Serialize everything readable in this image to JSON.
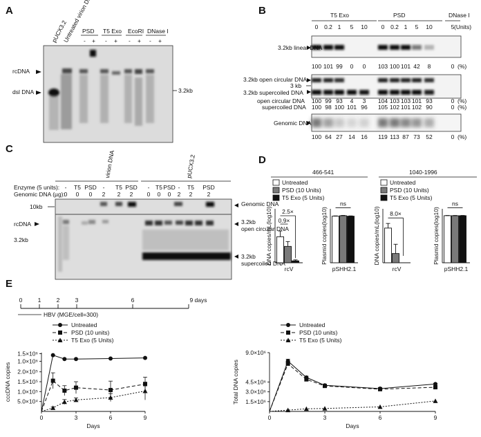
{
  "figure": {
    "panel_letters": [
      "A",
      "B",
      "C",
      "D",
      "E"
    ],
    "panelA": {
      "lanes": [
        "pUCX3.2",
        "Untreated virion DNA",
        "PSD",
        "T5 Exo",
        "EcoRI",
        "DNase I"
      ],
      "treat_marks": [
        "-",
        "+",
        "-",
        "+",
        "-",
        "+",
        "-",
        "+"
      ],
      "left_labels": [
        "rcDNA",
        "dsl DNA"
      ],
      "right_label": "3.2kb"
    },
    "panelB": {
      "enzymes": [
        "T5 Exo",
        "PSD",
        "DNase I"
      ],
      "unit_values": [
        "0",
        "0.2",
        "1",
        "5",
        "10",
        "0",
        "0.2",
        "1",
        "5",
        "10",
        "5"
      ],
      "unit_label": "(Units)",
      "gel1_label": "3.2kb linear DNA",
      "gel1_values": [
        "100",
        "101",
        "99",
        "0",
        "0",
        "103",
        "100",
        "101",
        "42",
        "8",
        "0"
      ],
      "gel2_labels": [
        "3.2kb open circular DNA",
        "3 kb",
        "3.2kb supercoiled DNA"
      ],
      "oc_label": "open circular DNA",
      "oc_values": [
        "100",
        "99",
        "93",
        "4",
        "3",
        "104",
        "103",
        "103",
        "101",
        "93",
        "0"
      ],
      "sc_label": "supercoiled DNA",
      "sc_values": [
        "100",
        "98",
        "100",
        "101",
        "96",
        "105",
        "102",
        "101",
        "102",
        "90",
        "0"
      ],
      "gel3_label": "Genomic DNA",
      "gel3_values": [
        "100",
        "64",
        "27",
        "14",
        "16",
        "119",
        "113",
        "87",
        "73",
        "52",
        "0"
      ],
      "pct": "(%)"
    },
    "panelC": {
      "groups": [
        "virion DNA",
        "pUCX3.2"
      ],
      "enzyme_label": "Enzyme (5 units):",
      "enzyme_row": [
        "-",
        "T5",
        "PSD",
        "-",
        "T5",
        "PSD",
        "-",
        "T5",
        "PSD",
        "-",
        "T5",
        "PSD"
      ],
      "genomic_label": "Genomic DNA (µg):",
      "genomic_row": [
        "0",
        "0",
        "0",
        "2",
        "2",
        "2",
        "0",
        "0",
        "0",
        "2",
        "2",
        "2"
      ],
      "left_labels": [
        "10kb",
        "rcDNA",
        "3.2kb"
      ],
      "right_labels": [
        "Genomic DNA",
        "3.2kb",
        "open circular DNA",
        "3.2kb",
        "supercoiled DNA"
      ]
    },
    "panelE": {
      "timeline_ticks": [
        "0",
        "1",
        "2",
        "3",
        "6",
        "9 days"
      ],
      "hbv_label": "HBV (MGE/cell=300)"
    }
  },
  "chart_data": [
    {
      "id": "D1",
      "type": "bar",
      "title": "466-541",
      "categories": [
        "Untreated",
        "PSD (10 Units)",
        "T5 Exo (5 Units)"
      ],
      "legend": [
        "Untreated",
        "PSD (10 Units)",
        "T5 Exo (5 Units)"
      ],
      "colors": [
        "#ffffff",
        "#7a7a7a",
        "#111111"
      ],
      "left": {
        "ylabel": "DNA copies/mL(log10)",
        "xlabel": "rcV",
        "values": [
          11.3,
          10.3,
          8.8
        ],
        "errors": [
          0.6,
          0.5,
          0.1
        ],
        "ylim": [
          8.6,
          14.2
        ],
        "annotations": [
          "0.9×",
          "2.5×"
        ]
      },
      "right": {
        "ylabel": "Plasmid copies(log10)",
        "xlabel": "pSHH2.1",
        "values": [
          9.5,
          9.6,
          9.5
        ],
        "errors": [
          0.06,
          0.06,
          0.06
        ],
        "ylim": [
          0,
          11
        ],
        "annotations": [
          "ns"
        ]
      }
    },
    {
      "id": "D2",
      "type": "bar",
      "title": "1040-1996",
      "categories": [
        "Untreated",
        "PSD (10 Units)",
        "T5 Exo (5 Units)"
      ],
      "legend": [
        "Untreated",
        "PSD (10 Units)",
        "T5 Exo (5 Units)"
      ],
      "colors": [
        "#ffffff",
        "#7a7a7a",
        "#111111"
      ],
      "left": {
        "ylabel": "DNA copies/mL(log10)",
        "xlabel": "rcV",
        "values": [
          8.0,
          4.7,
          0
        ],
        "errors": [
          0.6,
          1.2,
          0
        ],
        "ylim": [
          3.5,
          10.5
        ],
        "annotations": [
          "8.0×"
        ]
      },
      "right": {
        "ylabel": "Plasmid copies(log10)",
        "xlabel": "pSHH2.1",
        "values": [
          9.6,
          9.6,
          9.6
        ],
        "errors": [
          0.05,
          0.05,
          0.05
        ],
        "ylim": [
          0,
          11
        ],
        "annotations": [
          "ns"
        ]
      }
    },
    {
      "id": "E1",
      "type": "line",
      "ylabel": "cccDNA copies",
      "xlabel": "Days",
      "x": [
        0,
        1,
        2,
        3,
        6,
        9
      ],
      "xticks": [
        "0",
        "3",
        "6",
        "9"
      ],
      "yticks": [
        "5.0×10⁴",
        "1.0×10⁵",
        "1.5×10⁵",
        "2.0×10⁵",
        "1.0×10⁶",
        "1.5×10⁶"
      ],
      "series": [
        {
          "name": "Untreated",
          "values": [
            0,
            1400000,
            1150000,
            1150000,
            1180000,
            1220000
          ],
          "errors": [
            0,
            0,
            0,
            0,
            0,
            0
          ],
          "marker": "circle",
          "dash": ""
        },
        {
          "name": "PSD (10 units)",
          "values": [
            0,
            155000,
            105000,
            120000,
            108000,
            138000
          ],
          "errors": [
            0,
            40000,
            25000,
            30000,
            45000,
            35000
          ],
          "marker": "square",
          "dash": "5,3"
        },
        {
          "name": "T5 Exo (5 Units)",
          "values": [
            0,
            18000,
            48000,
            58000,
            70000,
            103000
          ],
          "errors": [
            0,
            5000,
            12000,
            10000,
            20000,
            45000
          ],
          "marker": "triangle",
          "dash": "2,2"
        }
      ]
    },
    {
      "id": "E2",
      "type": "line",
      "ylabel": "Total DNA copies",
      "xlabel": "Days",
      "x": [
        0,
        1,
        2,
        3,
        6,
        9
      ],
      "xticks": [
        "0",
        "3",
        "6",
        "9"
      ],
      "yticks": [
        "1.5×10⁶",
        "3.0×10⁶",
        "4.5×10⁶",
        "9.0×10⁶"
      ],
      "ylim": [
        0,
        9000000
      ],
      "series": [
        {
          "name": "Untreated",
          "values": [
            0,
            7700000,
            5200000,
            4000000,
            3500000,
            4200000
          ],
          "errors": [
            0,
            300000,
            200000,
            100000,
            100000,
            100000
          ],
          "marker": "circle",
          "dash": ""
        },
        {
          "name": "PSD (10 units)",
          "values": [
            0,
            7300000,
            4900000,
            3900000,
            3400000,
            3700000
          ],
          "errors": [
            0,
            300000,
            200000,
            100000,
            100000,
            100000
          ],
          "marker": "square",
          "dash": "5,3"
        },
        {
          "name": "T5 Exo (5 Units)",
          "values": [
            0,
            200000,
            400000,
            450000,
            700000,
            1600000
          ],
          "errors": [
            0,
            0,
            0,
            0,
            0,
            0
          ],
          "marker": "triangle",
          "dash": "2,2"
        }
      ]
    }
  ]
}
